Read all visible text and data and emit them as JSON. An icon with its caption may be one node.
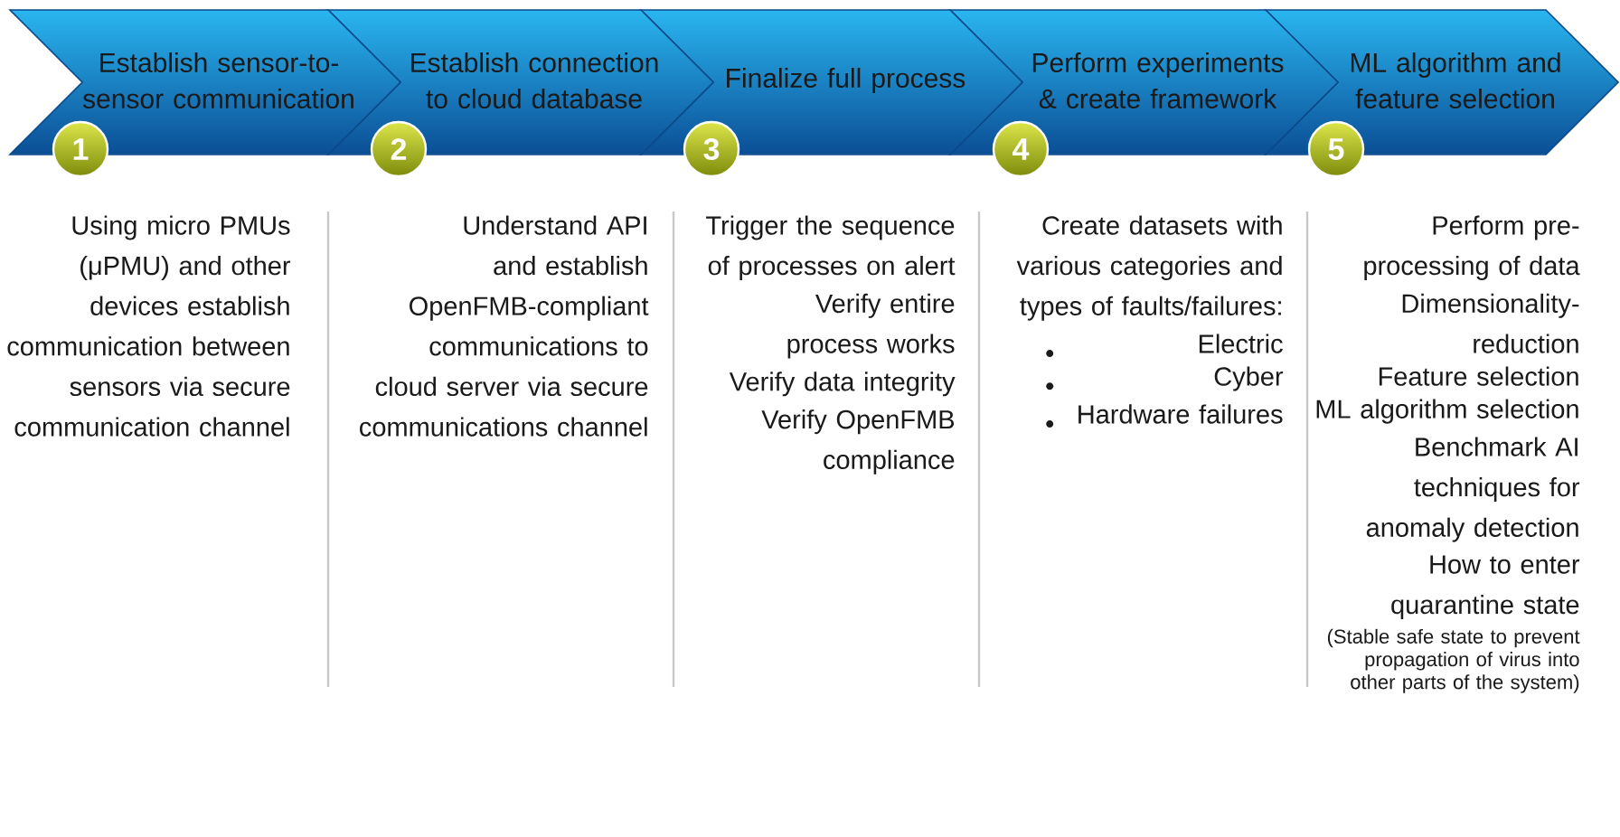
{
  "diagram": {
    "nodes": [
      {
        "text": [
          "Establish sensor-to-sensor communication"
        ]
      },
      {
        "text": [
          "1"
        ]
      },
      {
        "text": [
          "Establish connection to cloud database"
        ]
      },
      {
        "text": [
          "2"
        ]
      },
      {
        "text": [
          "Finalize full process"
        ]
      },
      {
        "text": [
          "3"
        ]
      },
      {
        "text": [
          "Perform experiments & create framework"
        ]
      },
      {
        "text": [
          "4"
        ]
      },
      {
        "text": [
          "ML algorithm and feature selection"
        ]
      },
      {
        "text": [
          "5"
        ]
      }
    ],
    "labels": [
      "Using micro PMUs (μPMU) and other devices establish communication between sensors via secure communication channel",
      "Understand API and establish OpenFMB-compliant communications to cloud server via secure communications channel",
      "Trigger the sequence of processes on alert",
      "Verify entire process works",
      "Verify data integrity",
      "Verify OpenFMB compliance",
      "Create datasets with various categories and types of faults/failures:",
      "Electric",
      "Cyber",
      "Hardware failures",
      "Perform pre-processing of data",
      "Dimensionality-reduction",
      "Feature selection",
      "ML algorithm selection",
      "Benchmark AI techniques for anomaly detection",
      "How to enter quarantine state",
      "(Stable safe state to prevent propagation of virus into other parts of the system)"
    ]
  }
}
